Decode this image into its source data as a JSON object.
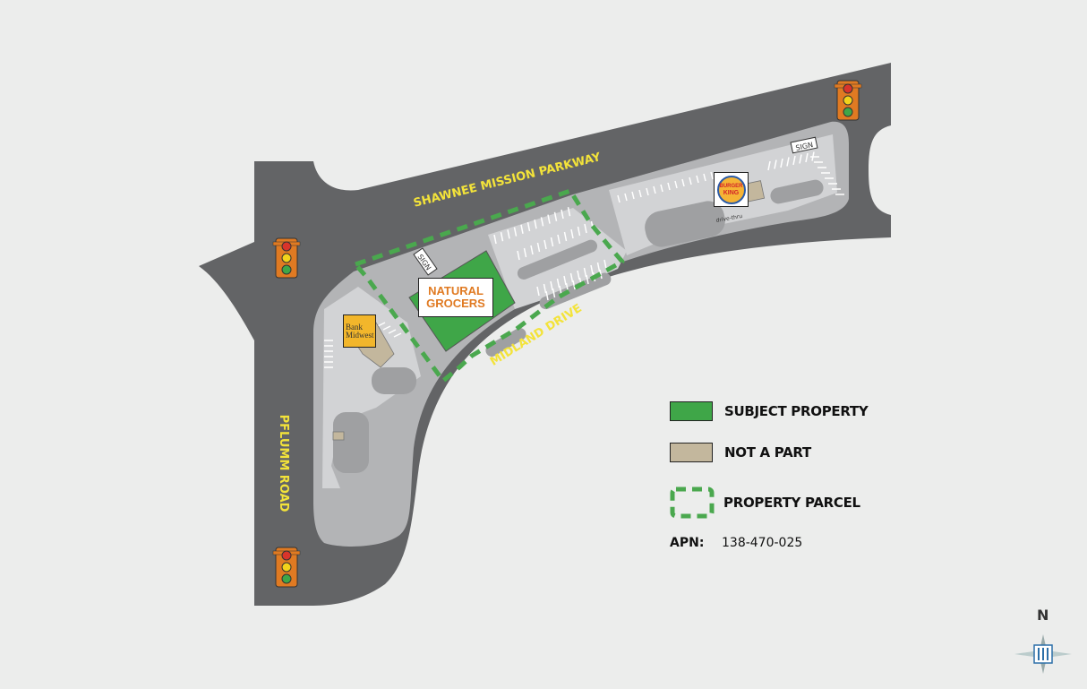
{
  "roads": {
    "parkway": "SHAWNEE MISSION PARKWAY",
    "midland": "MIDLAND DRIVE",
    "pflumm": "PFLUMM ROAD"
  },
  "tenants": {
    "natural_grocers_top": "NATURAL",
    "natural_grocers_bottom": "GROCERS",
    "burger_king_top": "BURGER",
    "burger_king_bottom": "KING",
    "bank_top": "Bank",
    "bank_bottom": "Midwest"
  },
  "signs": [
    "SIGN",
    "SIGN"
  ],
  "drive_thru": "drive-thru",
  "legend": {
    "subject_property": "SUBJECT PROPERTY",
    "not_a_part": "NOT A PART",
    "property_parcel": "PROPERTY PARCEL",
    "apn_label": "APN:",
    "apn_value": "138-470-025"
  },
  "compass": {
    "north": "N"
  },
  "colors": {
    "road": "#636466",
    "lot": "#b3b4b6",
    "parking": "#d2d3d5",
    "subject_property": "#3fa648",
    "not_a_part": "#c3b79d",
    "parcel_dash": "#4aa84e",
    "road_label": "#f3e33a"
  }
}
